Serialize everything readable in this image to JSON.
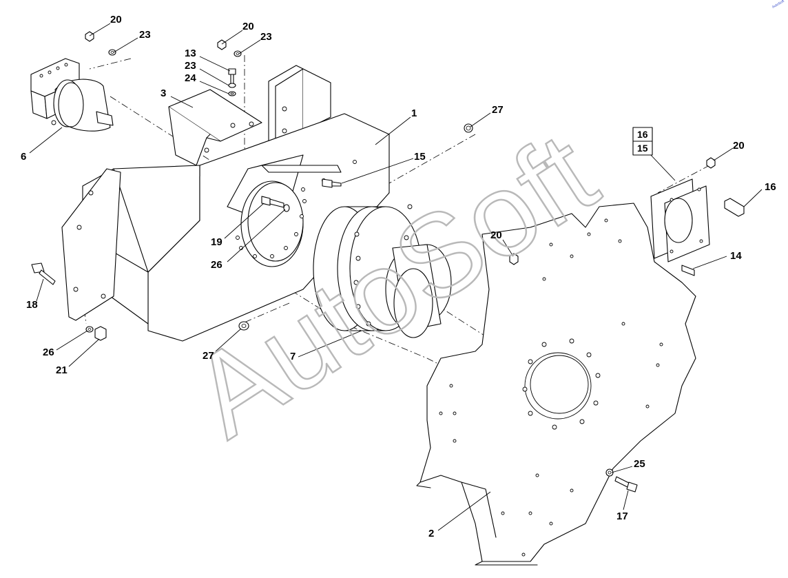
{
  "watermark": "AutoSoft",
  "corner_mark": "AutoSoft",
  "callouts": [
    {
      "id": "c-20-tl",
      "text": "20"
    },
    {
      "id": "c-23-tl",
      "text": "23"
    },
    {
      "id": "c-20-tm",
      "text": "20"
    },
    {
      "id": "c-23-tm",
      "text": "23"
    },
    {
      "id": "c-13",
      "text": "13"
    },
    {
      "id": "c-23-m",
      "text": "23"
    },
    {
      "id": "c-24",
      "text": "24"
    },
    {
      "id": "c-3",
      "text": "3"
    },
    {
      "id": "c-1",
      "text": "1"
    },
    {
      "id": "c-27-r",
      "text": "27"
    },
    {
      "id": "c-6",
      "text": "6"
    },
    {
      "id": "c-15",
      "text": "15"
    },
    {
      "id": "c-19",
      "text": "19"
    },
    {
      "id": "c-26-m",
      "text": "26"
    },
    {
      "id": "c-18",
      "text": "18"
    },
    {
      "id": "c-26-l",
      "text": "26"
    },
    {
      "id": "c-21",
      "text": "21"
    },
    {
      "id": "c-27-b",
      "text": "27"
    },
    {
      "id": "c-7",
      "text": "7"
    },
    {
      "id": "c-20-c",
      "text": "20"
    },
    {
      "id": "c-20-r",
      "text": "20"
    },
    {
      "id": "c-16",
      "text": "16"
    },
    {
      "id": "c-14",
      "text": "14"
    },
    {
      "id": "c-25",
      "text": "25"
    },
    {
      "id": "c-17",
      "text": "17"
    },
    {
      "id": "c-2",
      "text": "2"
    }
  ],
  "kit_box": {
    "top": "16",
    "bottom": "15"
  }
}
